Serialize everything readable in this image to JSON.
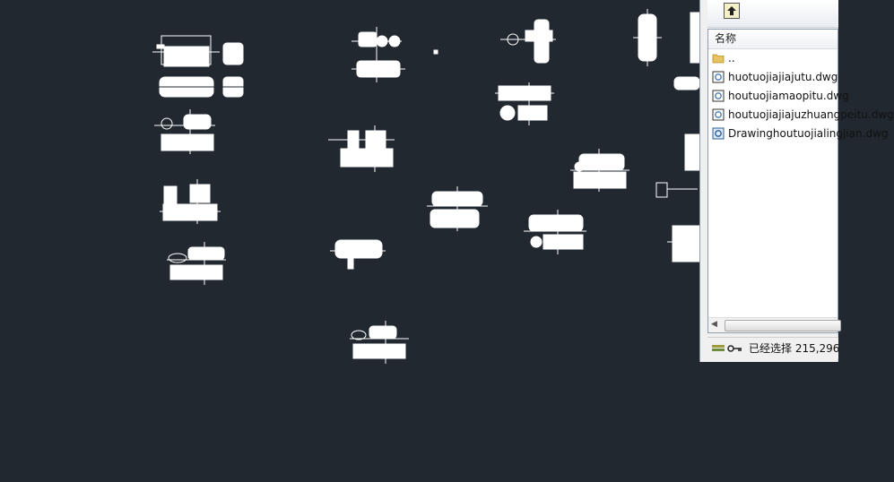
{
  "panel": {
    "column_header": "名称",
    "items": [
      {
        "name": "..",
        "icon": "folder-icon"
      },
      {
        "name": "huotuojiajiajutu.dwg",
        "icon": "dwg-file-icon"
      },
      {
        "name": "houtuojiamaopitu.dwg",
        "icon": "dwg-file-icon"
      },
      {
        "name": "houtuojiajiajuzhuangpeitu.dwg",
        "icon": "dwg-file-icon"
      },
      {
        "name": "Drawinghoutuojialingjian.dwg",
        "icon": "dwg-file-icon"
      }
    ],
    "status_text": "已经选择 215,296",
    "status_icons": [
      "layer-icon",
      "key-icon"
    ]
  },
  "colors": {
    "background": "#212830",
    "drawing": "#ffffff",
    "panel": "#f0f0f0"
  }
}
